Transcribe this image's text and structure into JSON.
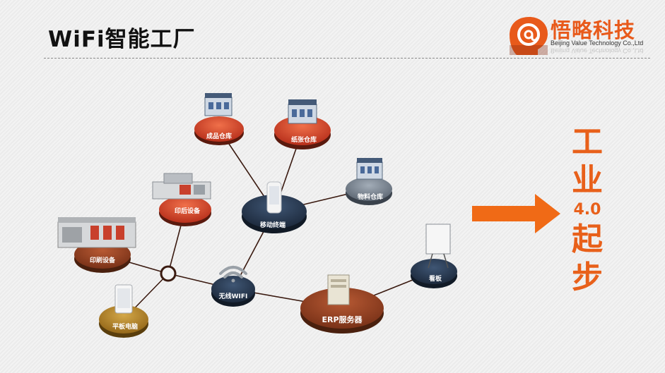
{
  "page_title": "WiFi智能工厂",
  "logo": {
    "name": "悟略科技",
    "subtitle": "Beijing Value Technology Co.,Ltd",
    "brand_color": "#e85a1b"
  },
  "nodes": {
    "finished_goods": "成品仓库",
    "paper": "纸张仓库",
    "materials": "物料仓库",
    "post_press": "印后设备",
    "mobile": "移动终端",
    "printing": "印刷设备",
    "wifi": "无线WIFI",
    "erp": "ERP服务器",
    "kanban": "看板",
    "tablet": "平板电脑"
  },
  "slogan": {
    "line1": "工",
    "line2": "业",
    "line3": "4.0",
    "line4": "起",
    "line5": "步",
    "color": "#e8601a"
  },
  "colors": {
    "orange_node": "#d84a2a",
    "brown_node": "#9b4526",
    "navy_node": "#2e3f57",
    "gray_node": "#7f8a96",
    "tan_node": "#b88a2c",
    "arrow": "#f06a16"
  }
}
